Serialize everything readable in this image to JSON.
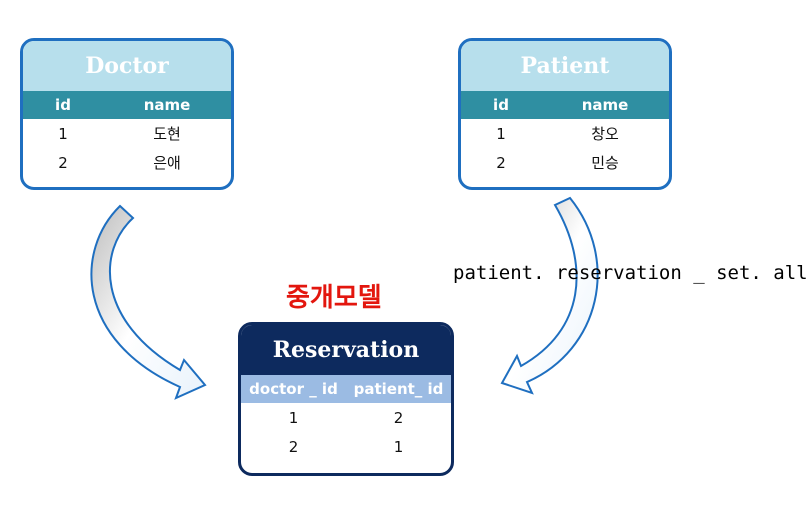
{
  "doctor": {
    "title": "Doctor",
    "columns": [
      "id",
      "name"
    ],
    "rows": [
      [
        "1",
        "도현"
      ],
      [
        "2",
        "은애"
      ]
    ]
  },
  "patient": {
    "title": "Patient",
    "columns": [
      "id",
      "name"
    ],
    "rows": [
      [
        "1",
        "창오"
      ],
      [
        "2",
        "민승"
      ]
    ]
  },
  "reservation": {
    "title": "Reservation",
    "columns": [
      "doctor _ id",
      "patient_ id"
    ],
    "rows": [
      [
        "1",
        "2"
      ],
      [
        "2",
        "1"
      ]
    ]
  },
  "labels": {
    "intermediate_model": "중개모델",
    "query": "patient. reservation _ set. all()"
  },
  "colors": {
    "table_border": "#1f6fc0",
    "light_title": "#b7dfec",
    "light_header": "#2f8fa2",
    "dark_title": "#0d2a5e",
    "dark_header": "#9bbbe3",
    "label_red": "#e3160e",
    "arrow_fill": "#c9c9c9",
    "arrow_stroke": "#1f6fc0"
  }
}
